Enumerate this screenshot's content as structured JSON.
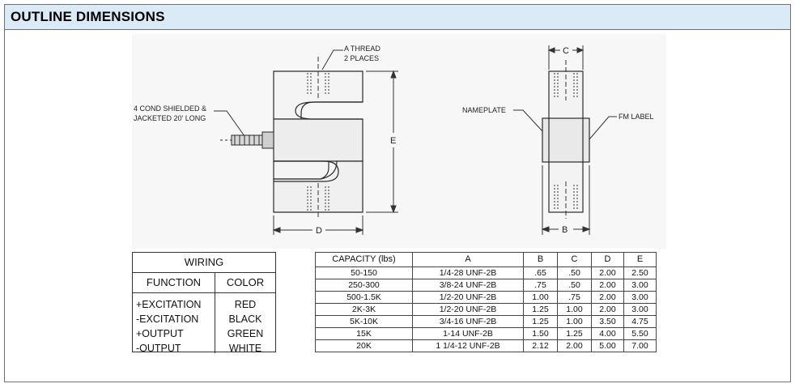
{
  "header": {
    "title": "OUTLINE DIMENSIONS"
  },
  "diagram": {
    "thread_label_line1": "A THREAD",
    "thread_label_line2": "2 PLACES",
    "cable_label_line1": "4 COND SHIELDED &",
    "cable_label_line2": "JACKETED 20' LONG",
    "dim_e": "E",
    "dim_d": "D",
    "dim_c": "C",
    "dim_b": "B",
    "nameplate_label": "NAMEPLATE",
    "fm_label": "FM LABEL"
  },
  "wiring": {
    "title": "WIRING",
    "col_function": "FUNCTION",
    "col_color": "COLOR",
    "rows": [
      {
        "function": "+EXCITATION",
        "color": "RED"
      },
      {
        "function": "-EXCITATION",
        "color": "BLACK"
      },
      {
        "function": "+OUTPUT",
        "color": "GREEN"
      },
      {
        "function": "-OUTPUT",
        "color": "WHITE"
      }
    ]
  },
  "dimensions": {
    "headers": {
      "capacity": "CAPACITY (lbs)",
      "a": "A",
      "b": "B",
      "c": "C",
      "d": "D",
      "e": "E"
    },
    "rows": [
      {
        "capacity": "50-150",
        "a": "1/4-28 UNF-2B",
        "b": ".65",
        "c": ".50",
        "d": "2.00",
        "e": "2.50"
      },
      {
        "capacity": "250-300",
        "a": "3/8-24 UNF-2B",
        "b": ".75",
        "c": ".50",
        "d": "2.00",
        "e": "3.00"
      },
      {
        "capacity": "500-1.5K",
        "a": "1/2-20 UNF-2B",
        "b": "1.00",
        "c": ".75",
        "d": "2.00",
        "e": "3.00"
      },
      {
        "capacity": "2K-3K",
        "a": "1/2-20 UNF-2B",
        "b": "1.25",
        "c": "1.00",
        "d": "2.00",
        "e": "3.00"
      },
      {
        "capacity": "5K-10K",
        "a": "3/4-16 UNF-2B",
        "b": "1.25",
        "c": "1.00",
        "d": "3.50",
        "e": "4.75"
      },
      {
        "capacity": "15K",
        "a": "1-14 UNF-2B",
        "b": "1.50",
        "c": "1.25",
        "d": "4.00",
        "e": "5.50"
      },
      {
        "capacity": "20K",
        "a": "1 1/4-12 UNF-2B",
        "b": "2.12",
        "c": "2.00",
        "d": "5.00",
        "e": "7.00"
      }
    ]
  }
}
